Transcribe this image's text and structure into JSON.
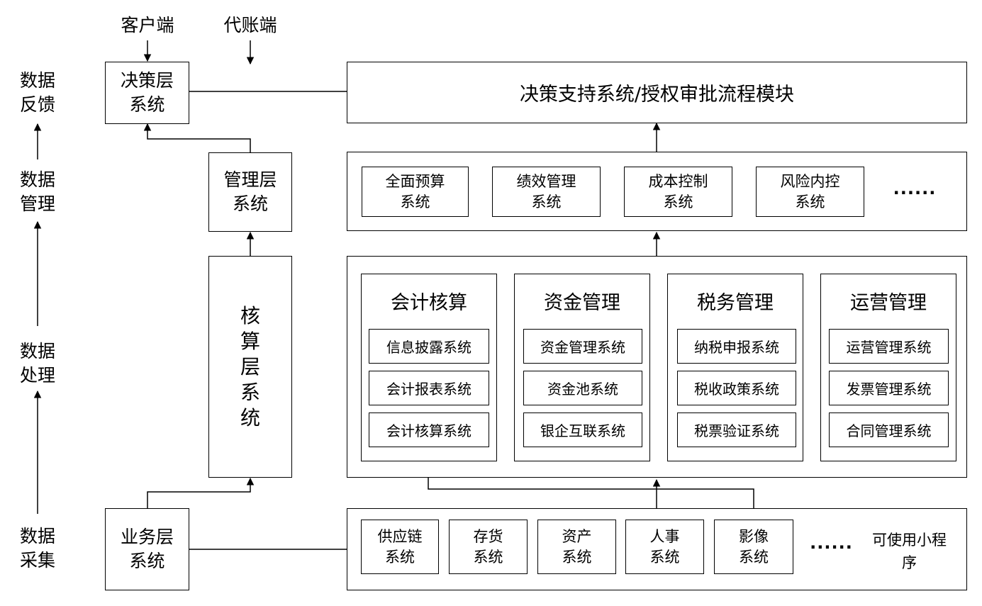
{
  "stages": {
    "feedback": [
      "数据",
      "反馈"
    ],
    "management": [
      "数据",
      "管理"
    ],
    "processing": [
      "数据",
      "处理"
    ],
    "collection": [
      "数据",
      "采集"
    ]
  },
  "top_labels": {
    "client": "客户端",
    "agent": "代账端"
  },
  "layers": {
    "decision": [
      "决策层",
      "系统"
    ],
    "management": [
      "管理层",
      "系统"
    ],
    "accounting": [
      "核",
      "算",
      "层",
      "系",
      "统"
    ],
    "business": [
      "业务层",
      "系统"
    ]
  },
  "decision_module": "决策支持系统/授权审批流程模块",
  "management_systems": [
    [
      "全面预算",
      "系统"
    ],
    [
      "绩效管理",
      "系统"
    ],
    [
      "成本控制",
      "系统"
    ],
    [
      "风险内控",
      "系统"
    ]
  ],
  "management_ellipsis": "......",
  "accounting_groups": [
    {
      "title": "会计核算",
      "items": [
        "信息披露系统",
        "会计报表系统",
        "会计核算系统"
      ]
    },
    {
      "title": "资金管理",
      "items": [
        "资金管理系统",
        "资金池系统",
        "银企互联系统"
      ]
    },
    {
      "title": "税务管理",
      "items": [
        "纳税申报系统",
        "税收政策系统",
        "税票验证系统"
      ]
    },
    {
      "title": "运营管理",
      "items": [
        "运营管理系统",
        "发票管理系统",
        "合同管理系统"
      ]
    }
  ],
  "business_systems": [
    [
      "供应链",
      "系统"
    ],
    [
      "存货",
      "系统"
    ],
    [
      "资产",
      "系统"
    ],
    [
      "人事",
      "系统"
    ],
    [
      "影像",
      "系统"
    ]
  ],
  "business_ellipsis": "......",
  "mini_program": [
    "可使用小程",
    "序"
  ]
}
